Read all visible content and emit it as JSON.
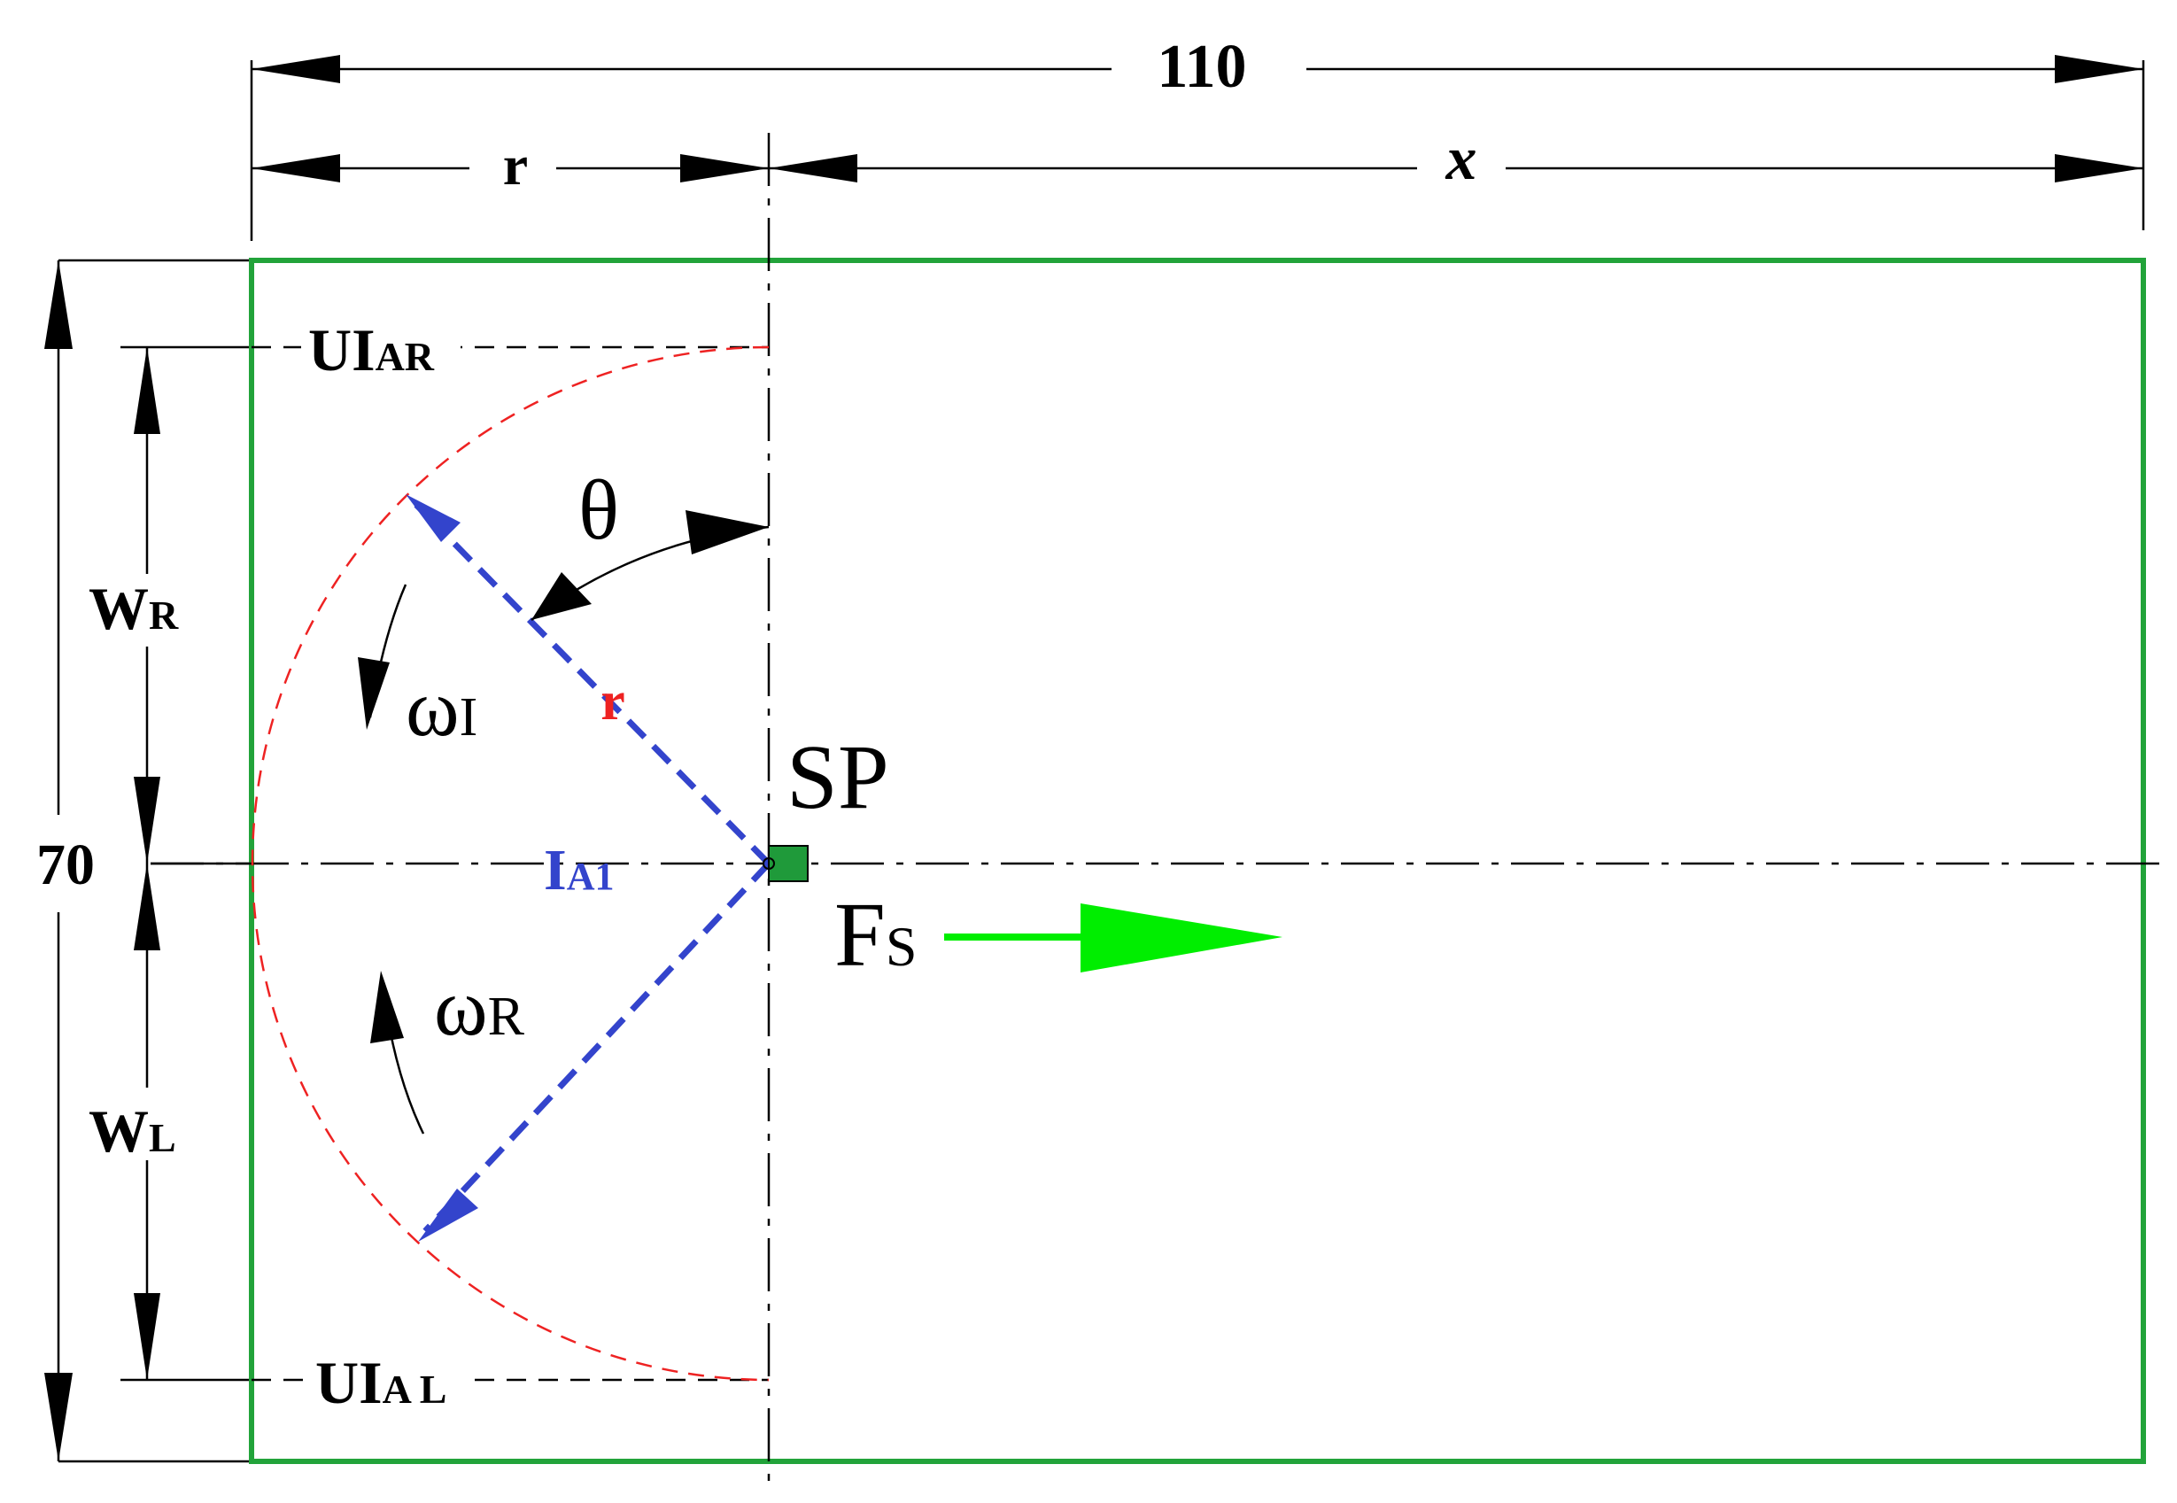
{
  "dimensions": {
    "width_label": "110",
    "r_label": "r",
    "x_label": "x",
    "height_label": "70"
  },
  "labels": {
    "ui_ar": {
      "main": "UI",
      "sub": "AR"
    },
    "ui_al": {
      "main": "UI",
      "sub": "A L"
    },
    "w_r": {
      "main": "W",
      "sub": "R"
    },
    "w_l": {
      "main": "W",
      "sub": "L"
    },
    "theta": "θ",
    "omega_i": {
      "main": "ω",
      "sub": "I"
    },
    "omega_r": {
      "main": "ω",
      "sub": "R"
    },
    "radius": "r",
    "ia1": {
      "main": "I",
      "sub": "A1"
    },
    "sp": "SP",
    "fs": {
      "main": "F",
      "sub": "S"
    }
  },
  "colors": {
    "field_border": "#22a33a",
    "radius_vector": "#3344cc",
    "arc": "#ee2222",
    "force_arrow": "#00ee00",
    "sp_marker": "#1f9a3a",
    "radius_label": "#ee2222",
    "ia1_label": "#3344cc",
    "ink": "#000000"
  },
  "icons": {
    "sp_marker": "square-marker-icon",
    "force": "arrow-right-icon"
  }
}
